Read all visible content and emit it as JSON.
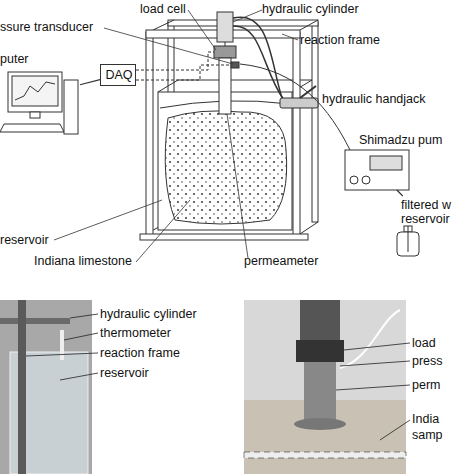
{
  "diagram": {
    "nodes": [
      {
        "text": [
          "puter"
        ]
      },
      {
        "text": [
          "DAQ"
        ]
      },
      {
        "text": [
          "Shimadzu pum"
        ]
      },
      {
        "text": [
          "filtered w reservoir"
        ]
      }
    ],
    "edges": [
      {
        "from": 0,
        "to": 1,
        "arrow": "none"
      },
      {
        "from": 2,
        "to": 3,
        "arrow": "none"
      }
    ],
    "labels": [
      "load cell",
      "ssure transducer",
      "hydraulic cylinder",
      "reaction frame",
      "hydraulic handjack",
      "reservoir",
      "Indiana limestone",
      "permeameter",
      "hydraulic cylinder",
      "thermometer",
      "reaction frame",
      "reservoir",
      "load",
      "press",
      "perm",
      "India",
      "samp"
    ]
  }
}
